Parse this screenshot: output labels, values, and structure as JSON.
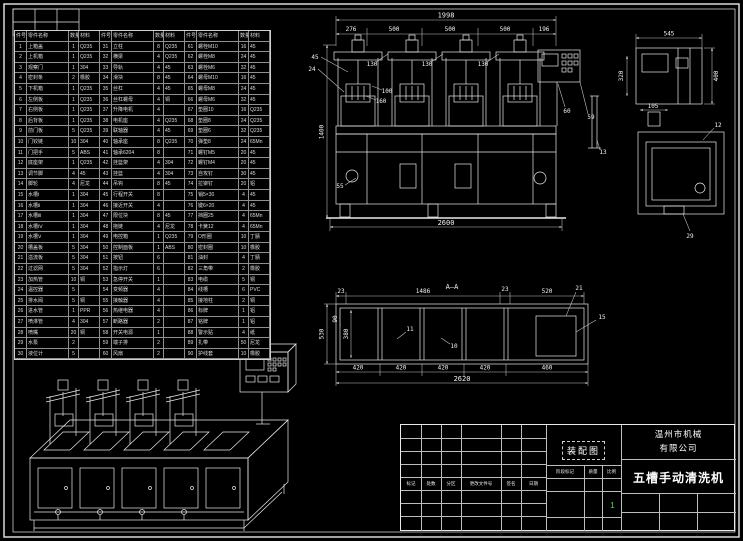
{
  "title_block": {
    "company_line1": "温州市机械",
    "company_line2": "有限公司",
    "product_title": "五槽手动清洗机",
    "drawing_type": "装配图",
    "sheet_number": "1",
    "labels": {
      "mark": "标记",
      "count": "处数",
      "zone": "分区",
      "change_doc": "更改文件号",
      "sign": "签名",
      "date": "日期",
      "stage": "阶段标记",
      "weight": "质量",
      "scale": "比例"
    }
  },
  "parts_table": {
    "headers": [
      "件号",
      "零件名称",
      "数量",
      "材料",
      "件号",
      "零件名称",
      "数量",
      "材料",
      "件号",
      "零件名称",
      "数量",
      "材料"
    ],
    "rows": [
      [
        "1",
        "上箱盖",
        "1",
        "Q235",
        "31",
        "立柱",
        "8",
        "Q235",
        "61",
        "螺栓M10",
        "16",
        "45"
      ],
      [
        "2",
        "上机箱",
        "1",
        "Q235",
        "32",
        "横梁",
        "4",
        "Q235",
        "62",
        "螺栓M8",
        "24",
        "45"
      ],
      [
        "3",
        "观察门",
        "1",
        "304",
        "33",
        "导轨",
        "4",
        "45",
        "63",
        "螺栓M6",
        "32",
        "45"
      ],
      [
        "4",
        "密封条",
        "2",
        "橡胶",
        "34",
        "滑块",
        "8",
        "45",
        "64",
        "螺母M10",
        "16",
        "45"
      ],
      [
        "5",
        "下机箱",
        "1",
        "Q235",
        "35",
        "丝杠",
        "4",
        "45",
        "65",
        "螺母M8",
        "24",
        "45"
      ],
      [
        "6",
        "左侧板",
        "1",
        "Q235",
        "36",
        "丝杠螺母",
        "4",
        "铜",
        "66",
        "螺母M6",
        "32",
        "45"
      ],
      [
        "7",
        "右侧板",
        "1",
        "Q235",
        "37",
        "升降电机",
        "4",
        "",
        "67",
        "垫圈10",
        "16",
        "Q235"
      ],
      [
        "8",
        "后背板",
        "1",
        "Q235",
        "38",
        "电机座",
        "4",
        "Q235",
        "68",
        "垫圈8",
        "24",
        "Q235"
      ],
      [
        "9",
        "前门板",
        "5",
        "Q235",
        "39",
        "联轴器",
        "4",
        "45",
        "69",
        "垫圈6",
        "32",
        "Q235"
      ],
      [
        "10",
        "门铰链",
        "10",
        "304",
        "40",
        "轴承座",
        "8",
        "Q235",
        "70",
        "弹垫8",
        "24",
        "65Mn"
      ],
      [
        "11",
        "门把手",
        "5",
        "ABS",
        "41",
        "轴承6204",
        "8",
        "",
        "71",
        "螺钉M5",
        "20",
        "45"
      ],
      [
        "12",
        "底座架",
        "1",
        "Q235",
        "42",
        "挂篮架",
        "4",
        "304",
        "72",
        "螺钉M4",
        "20",
        "45"
      ],
      [
        "13",
        "调节脚",
        "4",
        "45",
        "43",
        "挂篮",
        "4",
        "304",
        "73",
        "自攻钉",
        "30",
        "45"
      ],
      [
        "14",
        "脚轮",
        "4",
        "尼龙",
        "44",
        "吊钩",
        "8",
        "45",
        "74",
        "拉铆钉",
        "20",
        "铝"
      ],
      [
        "15",
        "水槽Ⅰ",
        "1",
        "304",
        "45",
        "行程开关",
        "8",
        "",
        "75",
        "销5×30",
        "4",
        "45"
      ],
      [
        "16",
        "水槽Ⅱ",
        "1",
        "304",
        "46",
        "接近开关",
        "4",
        "",
        "76",
        "键6×20",
        "4",
        "45"
      ],
      [
        "17",
        "水槽Ⅲ",
        "1",
        "304",
        "47",
        "限位块",
        "8",
        "45",
        "77",
        "挡圈25",
        "4",
        "65Mn"
      ],
      [
        "18",
        "水槽Ⅳ",
        "1",
        "304",
        "48",
        "拖链",
        "4",
        "尼龙",
        "78",
        "卡簧12",
        "4",
        "65Mn"
      ],
      [
        "19",
        "水槽Ⅴ",
        "1",
        "304",
        "49",
        "电控箱",
        "1",
        "Q235",
        "79",
        "O形圈",
        "10",
        "丁腈"
      ],
      [
        "20",
        "槽盖板",
        "5",
        "304",
        "50",
        "控制面板",
        "1",
        "ABS",
        "80",
        "密封圈",
        "10",
        "橡胶"
      ],
      [
        "21",
        "溢流板",
        "5",
        "304",
        "51",
        "按钮",
        "6",
        "",
        "81",
        "油封",
        "4",
        "丁腈"
      ],
      [
        "22",
        "过滤网",
        "5",
        "304",
        "52",
        "指示灯",
        "6",
        "",
        "82",
        "三角带",
        "2",
        "橡胶"
      ],
      [
        "23",
        "加热管",
        "10",
        "铜",
        "53",
        "急停开关",
        "1",
        "",
        "83",
        "电缆",
        "5",
        "铜"
      ],
      [
        "24",
        "温控器",
        "5",
        "",
        "54",
        "变频器",
        "4",
        "",
        "84",
        "线槽",
        "6",
        "PVC"
      ],
      [
        "25",
        "排水阀",
        "5",
        "铜",
        "55",
        "接触器",
        "4",
        "",
        "85",
        "接地柱",
        "2",
        "铜"
      ],
      [
        "26",
        "进水管",
        "1",
        "PPR",
        "56",
        "热继电器",
        "4",
        "",
        "86",
        "标牌",
        "1",
        "铝"
      ],
      [
        "27",
        "喷淋管",
        "4",
        "304",
        "57",
        "断路器",
        "2",
        "",
        "87",
        "铭牌",
        "1",
        "铝"
      ],
      [
        "28",
        "喷嘴",
        "20",
        "铜",
        "58",
        "开关电源",
        "1",
        "",
        "88",
        "警示贴",
        "4",
        "纸"
      ],
      [
        "29",
        "水泵",
        "2",
        "",
        "59",
        "端子排",
        "2",
        "",
        "89",
        "扎带",
        "50",
        "尼龙"
      ],
      [
        "30",
        "液位计",
        "5",
        "",
        "60",
        "风扇",
        "2",
        "",
        "90",
        "护线套",
        "10",
        "橡胶"
      ]
    ]
  },
  "front_view": {
    "dim_total": "1998",
    "dim_segments": [
      "276",
      "500",
      "500",
      "500",
      "196"
    ],
    "dim_height": "1400",
    "dim_base": "2600",
    "lbl_45": "45",
    "lbl_24": "24",
    "lbl_130a": "130",
    "lbl_130b": "130",
    "lbl_130c": "130",
    "lbl_100": "100",
    "lbl_160": "160",
    "lbl_60": "60",
    "lbl_59": "59",
    "lbl_13": "13",
    "lbl_55": "55"
  },
  "side_view": {
    "dim_width": "545",
    "dim_right": "400",
    "dim_left": "320",
    "dim_gap": "105",
    "lbl_12": "12",
    "lbl_29": "29"
  },
  "section_view": {
    "title": "A—A",
    "dim_23a": "23",
    "dim_1486": "1486",
    "dim_23b": "23",
    "dim_520": "520",
    "lbl_21": "21",
    "dim_530": "530",
    "dim_380": "380",
    "dim_90": "90",
    "dims_bottom": [
      "420",
      "420",
      "420",
      "420",
      "460"
    ],
    "dim_total": "2620",
    "lbl_11": "11",
    "lbl_10": "10",
    "lbl_15": "15"
  }
}
